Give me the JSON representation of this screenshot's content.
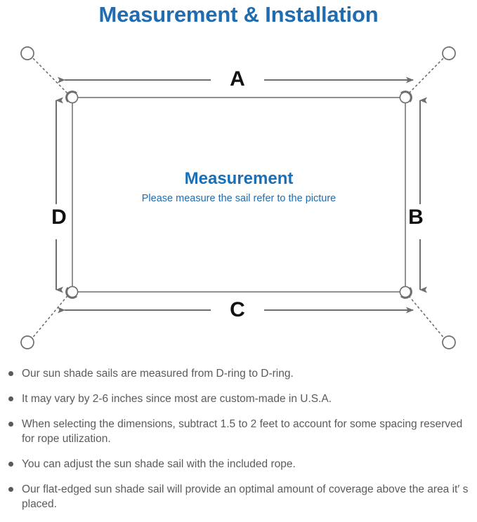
{
  "page": {
    "title": "Measurement & Installation",
    "title_color": "#1f6cb0",
    "background": "#ffffff"
  },
  "diagram": {
    "name": "sun-shade-sail-measurement-diagram",
    "center": {
      "heading": "Measurement",
      "subtitle": "Please measure the sail refer to the picture",
      "heading_color": "#1a6fb5",
      "subtitle_color": "#1f6cb0"
    },
    "dimension_labels": [
      {
        "key": "A",
        "label": "A",
        "position": "top",
        "description": "top edge width"
      },
      {
        "key": "B",
        "label": "B",
        "position": "right",
        "description": "right edge height"
      },
      {
        "key": "C",
        "label": "C",
        "position": "bottom",
        "description": "bottom edge width"
      },
      {
        "key": "D",
        "label": "D",
        "position": "left",
        "description": "left edge height"
      }
    ],
    "sail": {
      "shape": "rounded-rectangle",
      "stroke_color": "#808080",
      "fill": "#ffffff"
    },
    "d_rings": [
      {
        "corner": "top-left"
      },
      {
        "corner": "top-right"
      },
      {
        "corner": "bottom-left"
      },
      {
        "corner": "bottom-right"
      }
    ],
    "anchor_points": [
      {
        "corner": "top-left"
      },
      {
        "corner": "top-right"
      },
      {
        "corner": "bottom-left"
      },
      {
        "corner": "bottom-right"
      }
    ],
    "rope_style": "dotted",
    "arrow_color": "#6e6e6e"
  },
  "notes": [
    {
      "text": "Our sun shade sails are measured from D-ring to D-ring."
    },
    {
      "text": "It may vary by 2-6 inches since most are custom-made in U.S.A."
    },
    {
      "text": "When selecting the dimensions, subtract 1.5 to 2 feet to account for some spacing reserved for rope utilization."
    },
    {
      "text": "You can adjust the sun shade sail with the included rope."
    },
    {
      "text": "Our flat-edged sun shade sail will provide an optimal amount of coverage above the area it′ s placed."
    }
  ]
}
